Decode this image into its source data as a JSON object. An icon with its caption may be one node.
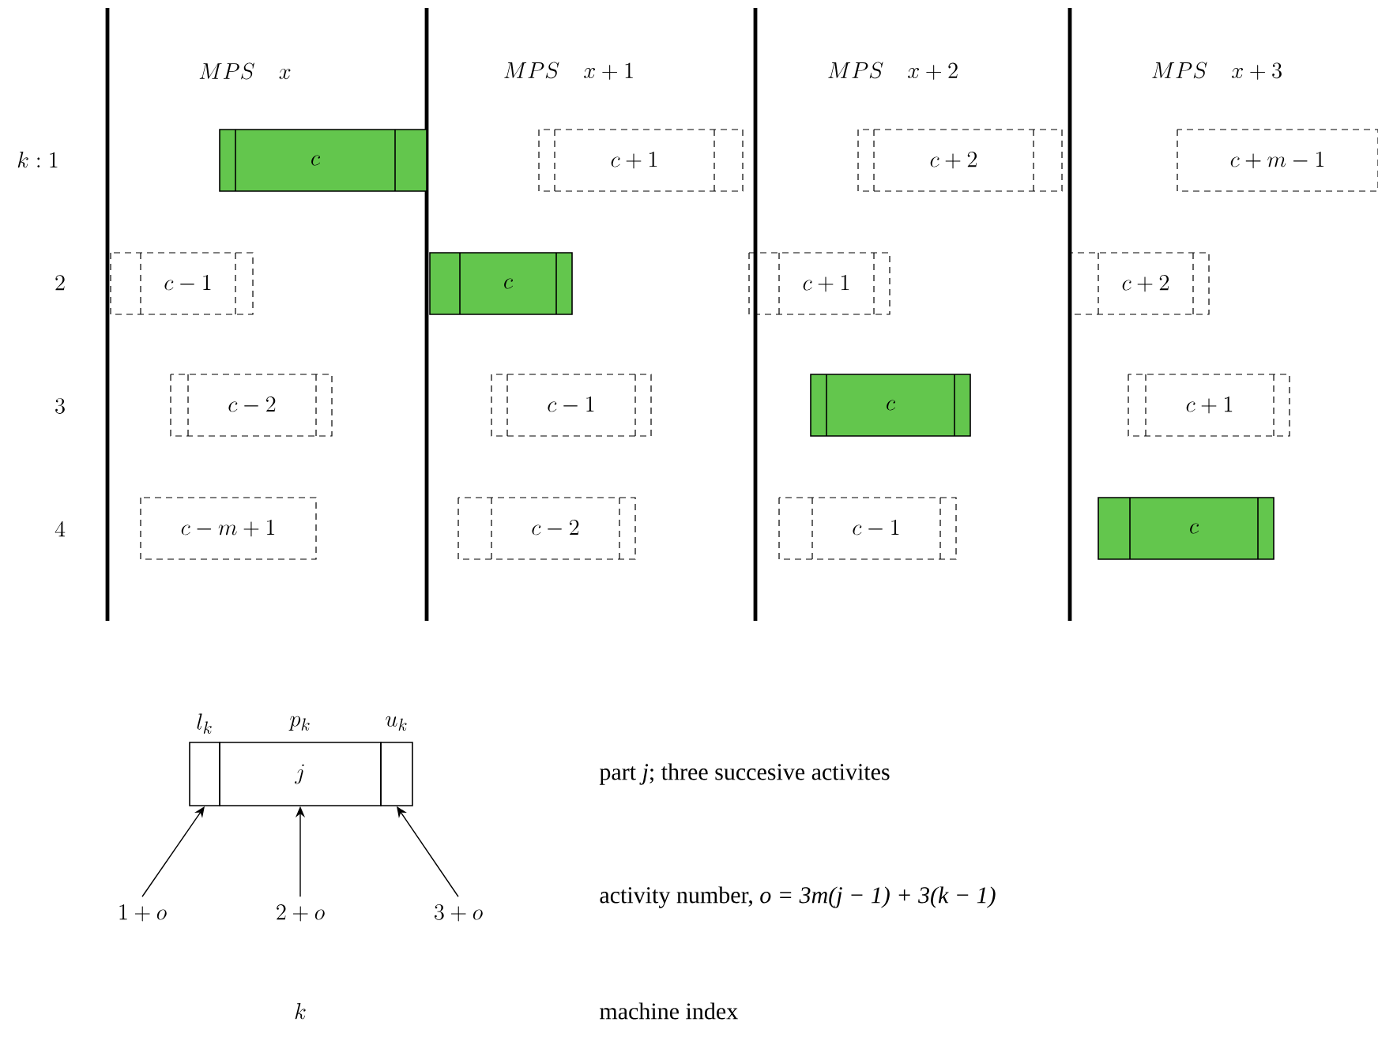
{
  "diagram": {
    "nodes": [
      {
        "text": [
          "c"
        ]
      },
      {
        "text": [
          "c+1"
        ]
      },
      {
        "text": [
          "c+2"
        ]
      },
      {
        "text": [
          "c+m-1"
        ]
      },
      {
        "text": [
          "c-1"
        ]
      },
      {
        "text": [
          "c"
        ]
      },
      {
        "text": [
          "c+1"
        ]
      },
      {
        "text": [
          "c+2"
        ]
      },
      {
        "text": [
          "c-2"
        ]
      },
      {
        "text": [
          "c-1"
        ]
      },
      {
        "text": [
          "c"
        ]
      },
      {
        "text": [
          "c+1"
        ]
      },
      {
        "text": [
          "c-m+1"
        ]
      },
      {
        "text": [
          "c-2"
        ]
      },
      {
        "text": [
          "c-1"
        ]
      },
      {
        "text": [
          "c"
        ]
      },
      {
        "text": [],
        "shape": "box",
        "beside": [
          "l_k"
        ]
      },
      {
        "text": [
          "j"
        ],
        "beside": [
          "p_k"
        ]
      },
      {
        "text": [],
        "shape": "box",
        "beside": [
          "u_k"
        ]
      },
      {
        "text": [
          "1+o"
        ]
      },
      {
        "text": [
          "2+o"
        ]
      },
      {
        "text": [
          "3+o"
        ]
      }
    ],
    "edges": [
      {
        "from": 19,
        "to": 16,
        "arrow": "to"
      },
      {
        "from": 20,
        "to": 17,
        "arrow": "to"
      },
      {
        "from": 21,
        "to": 18,
        "arrow": "to"
      }
    ],
    "labels": [
      "MPS\\quad x",
      "MPS\\quad x+1",
      "MPS\\quad x+2",
      "MPS\\quad x+3",
      "k:1",
      "2",
      "3",
      "4",
      "part *j*; three succesive activites",
      "activity number, *o = 3m(j − 1) + 3(k − 1)*",
      "k",
      "machine index"
    ]
  }
}
